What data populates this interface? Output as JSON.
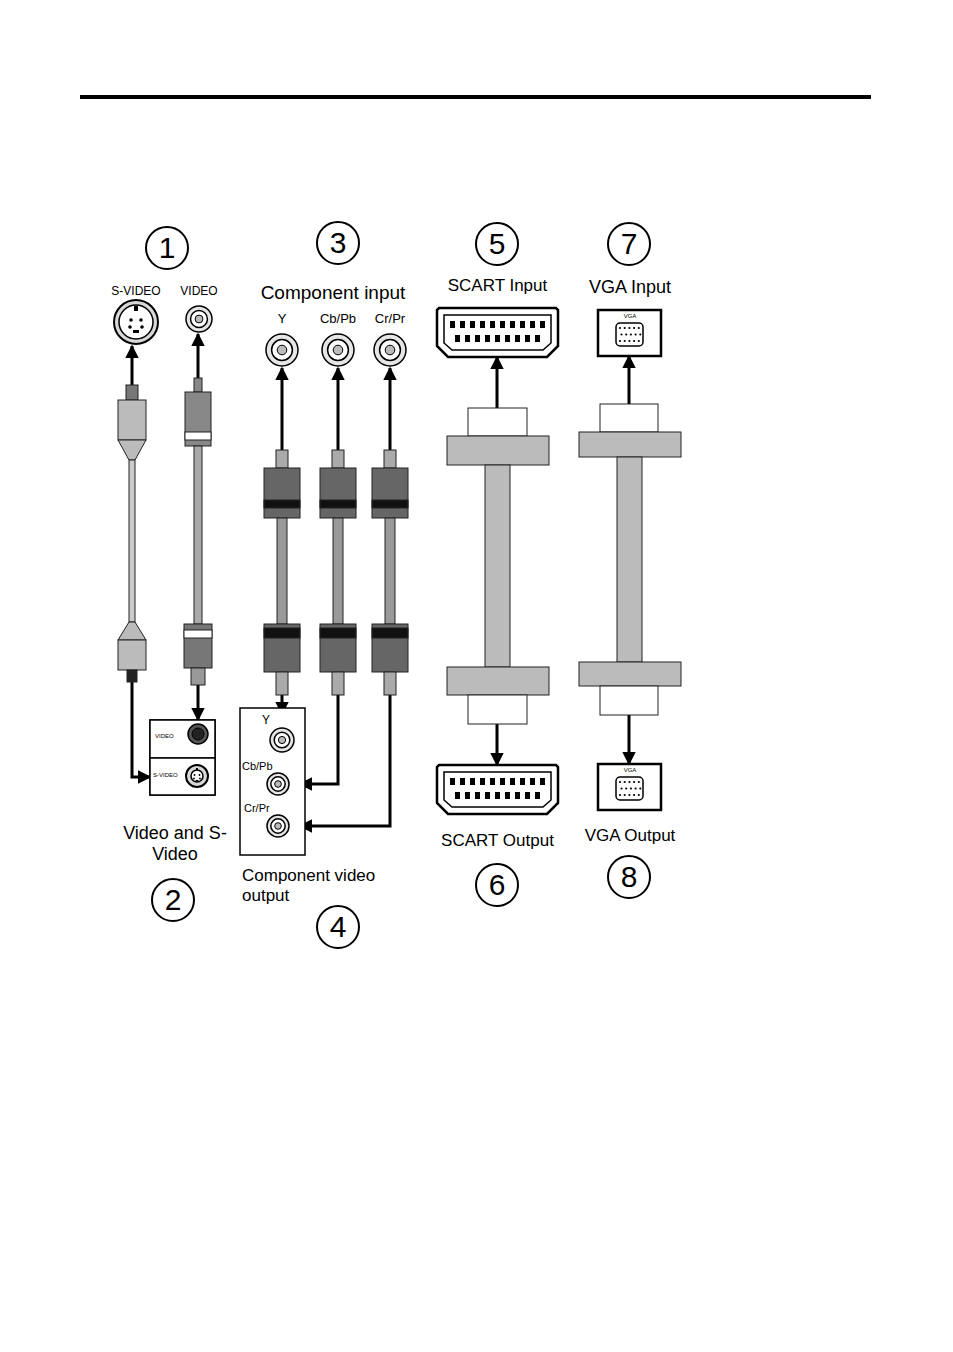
{
  "diagram": {
    "nodes": [
      {
        "text": [
          "S-VIDEO"
        ]
      },
      {
        "text": [
          "VIDEO"
        ]
      },
      {
        "text": [
          "Y"
        ]
      },
      {
        "text": [
          "Cb/Pb"
        ]
      },
      {
        "text": [
          "Cr/Pr"
        ]
      },
      {
        "text": [
          "SCART Input"
        ]
      },
      {
        "text": [
          "VGA Input",
          "VGA"
        ]
      },
      {
        "text": [
          "Video and S-Video"
        ]
      },
      {
        "text": [
          "VIDEO"
        ],
        "in": 7
      },
      {
        "text": [
          "S-VIDEO"
        ],
        "in": 7
      },
      {
        "text": [
          "Component video output"
        ]
      },
      {
        "text": [
          "Y"
        ],
        "in": 10
      },
      {
        "text": [
          "Cb/Pb"
        ],
        "in": 10
      },
      {
        "text": [
          "Cr/Pr"
        ],
        "in": 10
      },
      {
        "text": [
          "SCART Output"
        ]
      },
      {
        "text": [
          "VGA",
          "VGA Output"
        ]
      }
    ],
    "edges": [
      {
        "from": 9,
        "to": 0,
        "arrow": "both"
      },
      {
        "from": 8,
        "to": 1,
        "arrow": "both"
      },
      {
        "from": 11,
        "to": 2,
        "arrow": "both"
      },
      {
        "from": 12,
        "to": 3,
        "arrow": "both"
      },
      {
        "from": 13,
        "to": 4,
        "arrow": "both"
      },
      {
        "from": 14,
        "to": 5,
        "arrow": "both"
      },
      {
        "from": 15,
        "to": 6,
        "arrow": "both"
      }
    ],
    "labels": [
      "1",
      "3",
      "5",
      "7",
      "Component input",
      "2",
      "4",
      "6",
      "8"
    ]
  }
}
